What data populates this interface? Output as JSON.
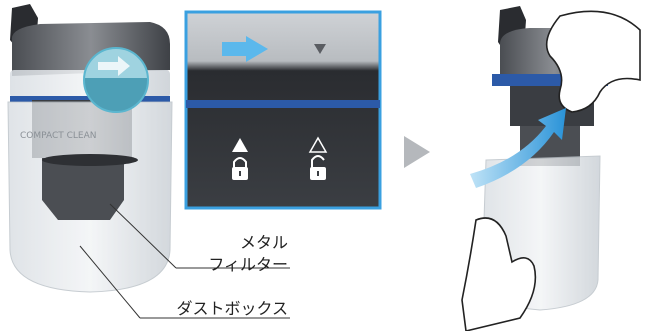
{
  "labels": {
    "metal_filter_line1": "メタル",
    "metal_filter_line2": "フィルター",
    "dust_box": "ダストボックス"
  },
  "left_device": {
    "body_text": "COMPACT CLEAN"
  },
  "icons": {
    "arrow_right": "arrow-right-icon",
    "triangle_down": "triangle-down-icon",
    "lock": "lock-icon",
    "unlock": "unlock-icon",
    "step_arrow": "play-triangle-icon",
    "rotate_arrow": "curved-arrow-icon"
  },
  "colors": {
    "accent_blue": "#3aa0e0",
    "panel_dark": "#2b2e33",
    "stripe_blue": "#2c5aa8"
  }
}
